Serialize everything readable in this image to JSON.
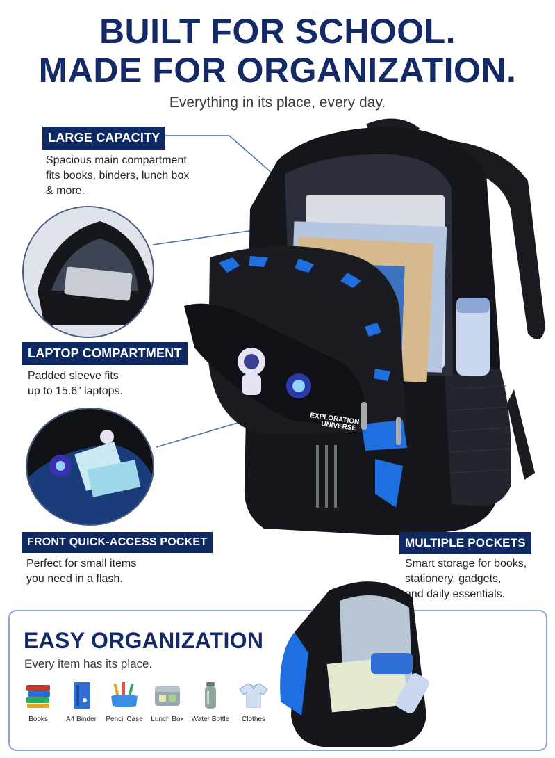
{
  "header": {
    "line1": "BUILT FOR SCHOOL.",
    "line2": "MADE FOR ORGANIZATION.",
    "subtitle": "Everything in its place, every day."
  },
  "features": {
    "large_capacity": {
      "title": "LARGE CAPACITY",
      "desc": [
        "Spacious main compartment",
        "fits books, binders, lunch box",
        "& more."
      ]
    },
    "laptop": {
      "title": "LAPTOP COMPARTMENT",
      "desc": [
        "Padded sleeve fits",
        "up to 15.6” laptops."
      ]
    },
    "front_pocket": {
      "title": "FRONT QUICK-ACCESS POCKET",
      "desc": [
        "Perfect for small items",
        "you need in a flash."
      ]
    },
    "multiple_pockets": {
      "title": "MULTIPLE POCKETS",
      "desc": [
        "Smart storage for books,",
        "stationery, gadgets,",
        "and daily essentials."
      ]
    }
  },
  "backpack_print": {
    "line1": "EXPLORATION",
    "line2": "UNIVERSE"
  },
  "organization": {
    "title": "EASY ORGANIZATION",
    "subtitle": "Every item has its place.",
    "items": [
      {
        "label": "Books",
        "icon": "books-icon"
      },
      {
        "label": "A4 Binder",
        "icon": "binder-icon"
      },
      {
        "label": "Pencil Case",
        "icon": "pencil-case-icon"
      },
      {
        "label": "Lunch Box",
        "icon": "lunch-box-icon"
      },
      {
        "label": "Water Bottle",
        "icon": "water-bottle-icon"
      },
      {
        "label": "Clothes",
        "icon": "clothes-icon"
      }
    ]
  },
  "colors": {
    "navy": "#142a66",
    "badge": "#0f2a63",
    "accent_blue": "#1f6fe0",
    "bag_black": "#15161b"
  }
}
